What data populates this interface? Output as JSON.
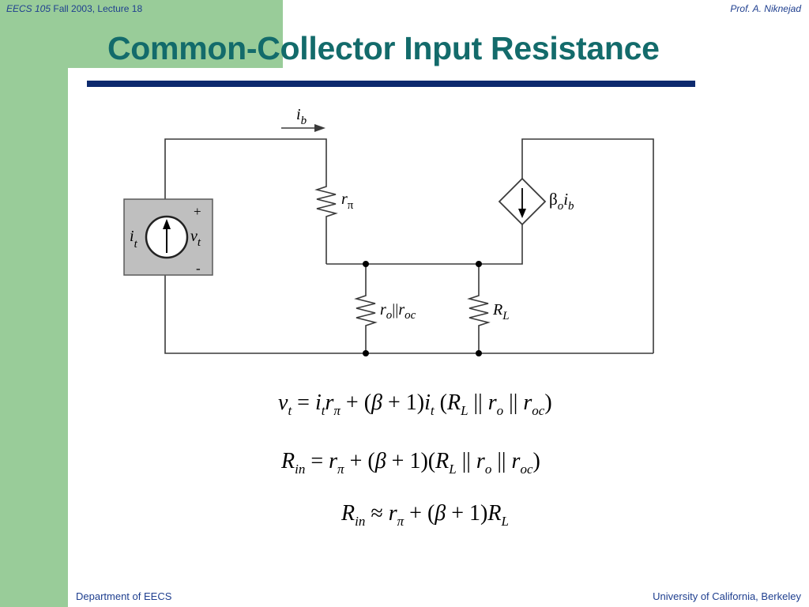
{
  "header": {
    "course": "EECS 105",
    "term": "Fall 2003, Lecture 18",
    "author": "Prof. A. Niknejad"
  },
  "title": "Common-Collector Input Resistance",
  "circuit": {
    "labels": {
      "ib_main": "i",
      "ib_sub": "b",
      "rpi_main": "r",
      "rpi_sub": "π",
      "it_main": "i",
      "it_sub": "t",
      "vt_main": "v",
      "vt_sub": "t",
      "plus": "+",
      "minus": "-",
      "beta": "β",
      "beta_sub": "o",
      "dep_i": "i",
      "dep_sub": "b",
      "ro_main": "r",
      "ro_sub": "o",
      "parallel": "||",
      "roc_main": "r",
      "roc_sub": "oc",
      "rl_main": "R",
      "rl_sub": "L"
    }
  },
  "equations": {
    "eq1": "v_t = i_t r_π + (β + 1) i_t (R_L || r_o || r_oc)",
    "eq2": "R_in = r_π + (β + 1)(R_L || r_o || r_oc)",
    "eq3": "R_in ≈ r_π + (β + 1) R_L"
  },
  "footer": {
    "department": "Department of EECS",
    "university": "University of California, Berkeley"
  },
  "colors": {
    "green": "#99cc99",
    "title": "#136b6b",
    "rule": "#0d2a6e",
    "header_text": "#1f3f8f"
  }
}
